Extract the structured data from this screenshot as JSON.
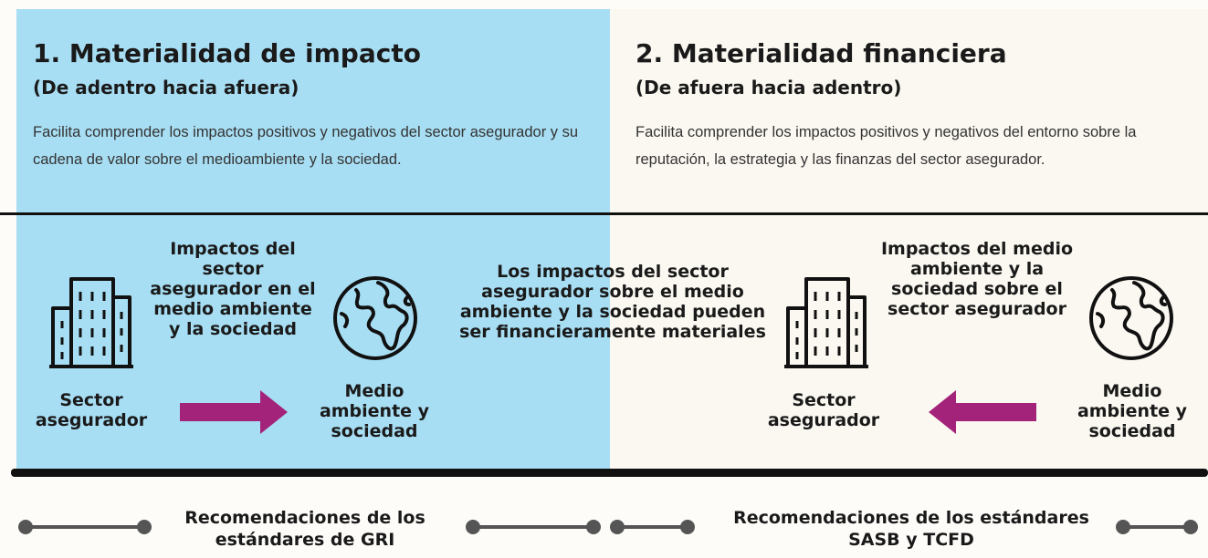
{
  "left": {
    "title": "1. Materialidad de impacto",
    "subtitle": "(De adentro hacia afuera)",
    "description": "Facilita comprender los impactos positivos y negativos del sector asegurador y su cadena de valor sobre el medioambiente y la sociedad.",
    "impact_label": "Impactos del sector asegurador en el medio ambiente y la sociedad",
    "source_label": "Sector asegurador",
    "target_label": "Medio ambiente y sociedad",
    "source_icon": "building-icon",
    "target_icon": "globe-icon"
  },
  "right": {
    "title": "2. Materialidad financiera",
    "subtitle": "(De afuera hacia adentro)",
    "description": "Facilita comprender los impactos positivos y negativos del entorno sobre la reputación, la estrategia y las finanzas del sector asegurador.",
    "impact_label": "Impactos del medio ambiente y la sociedad sobre el sector asegurador",
    "source_label": "Medio ambiente y sociedad",
    "target_label": "Sector asegurador",
    "source_icon": "globe-icon",
    "target_icon": "building-icon"
  },
  "center_label": "Los impactos del sector asegurador sobre el medio ambiente y la sociedad pueden ser financieramente materiales",
  "footer": {
    "left": "Recomendaciones de los estándares de GRI",
    "right": "Recomendaciones de los estándares SASB y TCFD"
  },
  "colors": {
    "blue_panel": "#a8def3",
    "cream_panel": "#fbf8f1",
    "arrow": "#a3237a",
    "connector": "#555555"
  }
}
